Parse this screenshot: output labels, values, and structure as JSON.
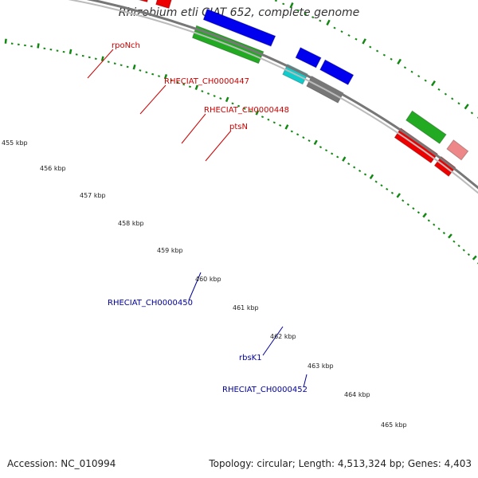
{
  "title": "Rhizobium etli CIAT 652, complete genome",
  "accession": "Accession: NC_010994",
  "topology": "Topology: circular; Length: 4,513,324 bp; Genes: 4,403",
  "colors": {
    "backbone": "#888888",
    "tick": "#118811",
    "label_top": "#cc0000",
    "label_bottom": "#000099",
    "red": "#ee0000",
    "orange": "#ff8800",
    "pink": "#ee8888",
    "green": "#22aa22",
    "cyan": "#11cccc",
    "blue": "#0000ee",
    "gray": "#777777",
    "lightgray": "#bbbbbb"
  },
  "kbp_labels": [
    {
      "text": "455 kbp",
      "kbp": 455
    },
    {
      "text": "456 kbp",
      "kbp": 456
    },
    {
      "text": "457 kbp",
      "kbp": 457
    },
    {
      "text": "458 kbp",
      "kbp": 458
    },
    {
      "text": "459 kbp",
      "kbp": 459
    },
    {
      "text": "460 kbp",
      "kbp": 460
    },
    {
      "text": "461 kbp",
      "kbp": 461
    },
    {
      "text": "462 kbp",
      "kbp": 462
    },
    {
      "text": "463 kbp",
      "kbp": 463
    },
    {
      "text": "464 kbp",
      "kbp": 464
    },
    {
      "text": "465 kbp",
      "kbp": 465
    }
  ],
  "features_top": [
    {
      "label": "rpoNch",
      "color": "orange"
    },
    {
      "label": "RHECIAT_CH0000447",
      "color": "red"
    },
    {
      "label": "RHECIAT_CH0000448",
      "color": "pink"
    },
    {
      "label": "ptsN",
      "color": "green"
    }
  ],
  "features_bottom": [
    {
      "label": "RHECIAT_CH0000450",
      "color": "green"
    },
    {
      "label": "rbsK1",
      "color": "cyan"
    },
    {
      "label": "RHECIAT_CH0000452",
      "color": "gray"
    }
  ]
}
